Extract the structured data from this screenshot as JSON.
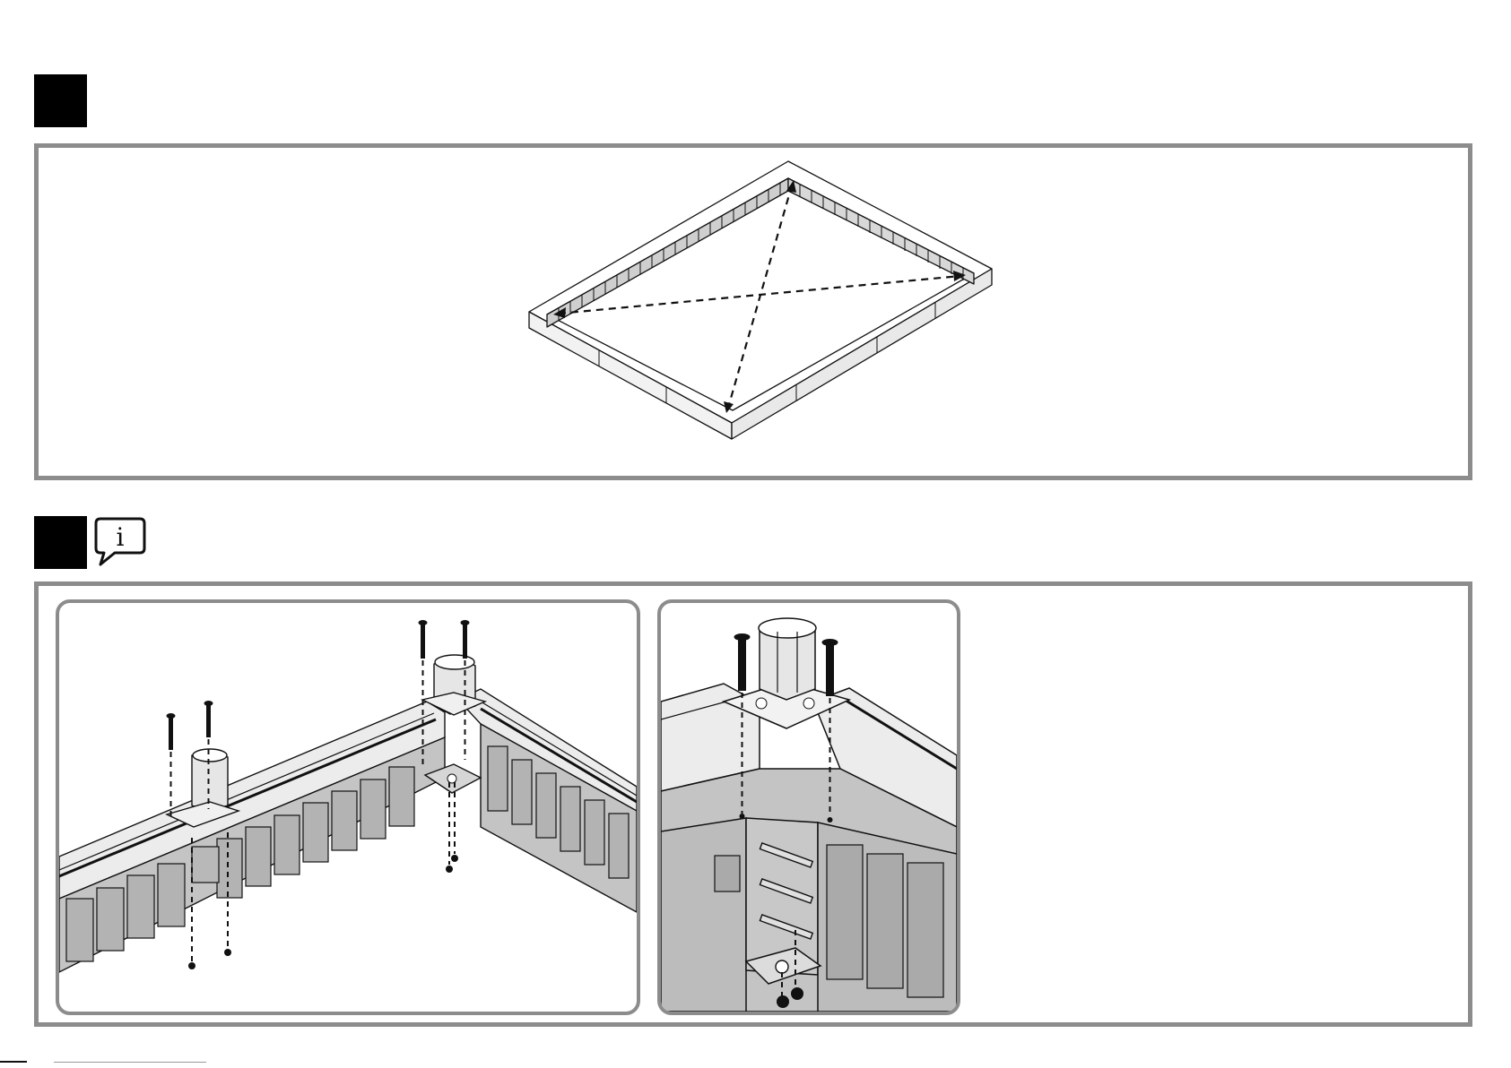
{
  "steps": [
    {
      "id": "step-1",
      "has_info_icon": false
    },
    {
      "id": "step-2",
      "has_info_icon": true,
      "info_icon": {
        "glyph": "i",
        "name": "info-speech-bubble-icon"
      }
    }
  ],
  "colors": {
    "step_box": "#000000",
    "panel_border": "#8c8c8c",
    "part_fill": "#c4c4c4",
    "part_light": "#e6e6e6",
    "line": "#111111"
  }
}
